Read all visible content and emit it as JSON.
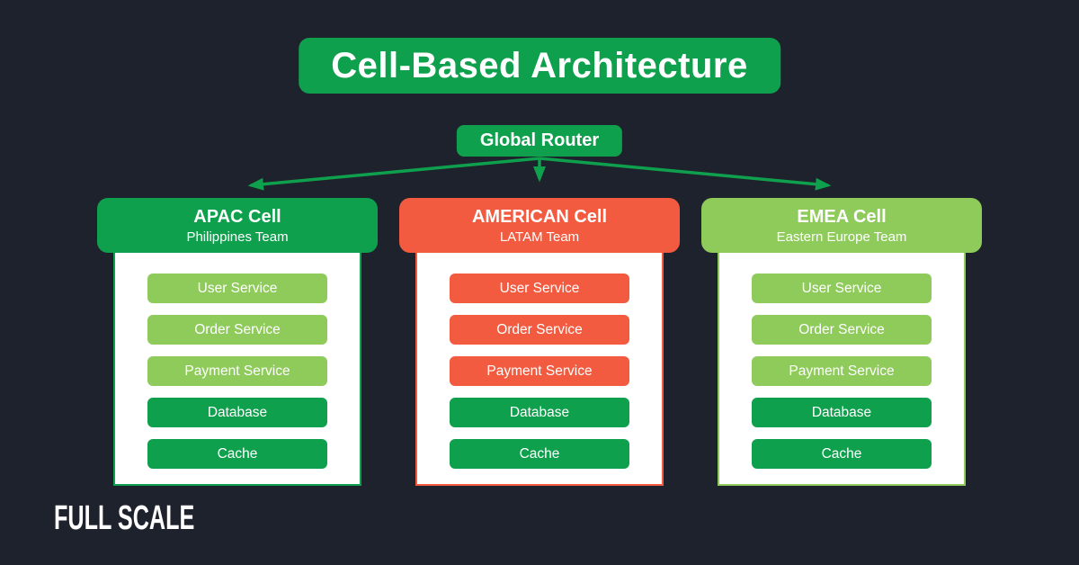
{
  "colors": {
    "background": "#1E222C",
    "green": "#0FA04D",
    "light_green": "#8ECB5A",
    "orange": "#F25B40",
    "text": "#FFFFFF"
  },
  "title": "Cell-Based Architecture",
  "router": {
    "label": "Global Router"
  },
  "cells": [
    {
      "name": "APAC Cell",
      "team": "Philippines Team",
      "theme": "green",
      "services": [
        {
          "label": "User Service",
          "color": "light_green"
        },
        {
          "label": "Order Service",
          "color": "light_green"
        },
        {
          "label": "Payment Service",
          "color": "light_green"
        },
        {
          "label": "Database",
          "color": "green"
        },
        {
          "label": "Cache",
          "color": "green"
        }
      ]
    },
    {
      "name": "AMERICAN Cell",
      "team": "LATAM Team",
      "theme": "orange",
      "services": [
        {
          "label": "User Service",
          "color": "orange"
        },
        {
          "label": "Order Service",
          "color": "orange"
        },
        {
          "label": "Payment Service",
          "color": "orange"
        },
        {
          "label": "Database",
          "color": "green"
        },
        {
          "label": "Cache",
          "color": "green"
        }
      ]
    },
    {
      "name": "EMEA Cell",
      "team": "Eastern Europe Team",
      "theme": "light_green",
      "services": [
        {
          "label": "User Service",
          "color": "light_green"
        },
        {
          "label": "Order Service",
          "color": "light_green"
        },
        {
          "label": "Payment Service",
          "color": "light_green"
        },
        {
          "label": "Database",
          "color": "green"
        },
        {
          "label": "Cache",
          "color": "green"
        }
      ]
    }
  ],
  "logo": "FULL SCALE"
}
